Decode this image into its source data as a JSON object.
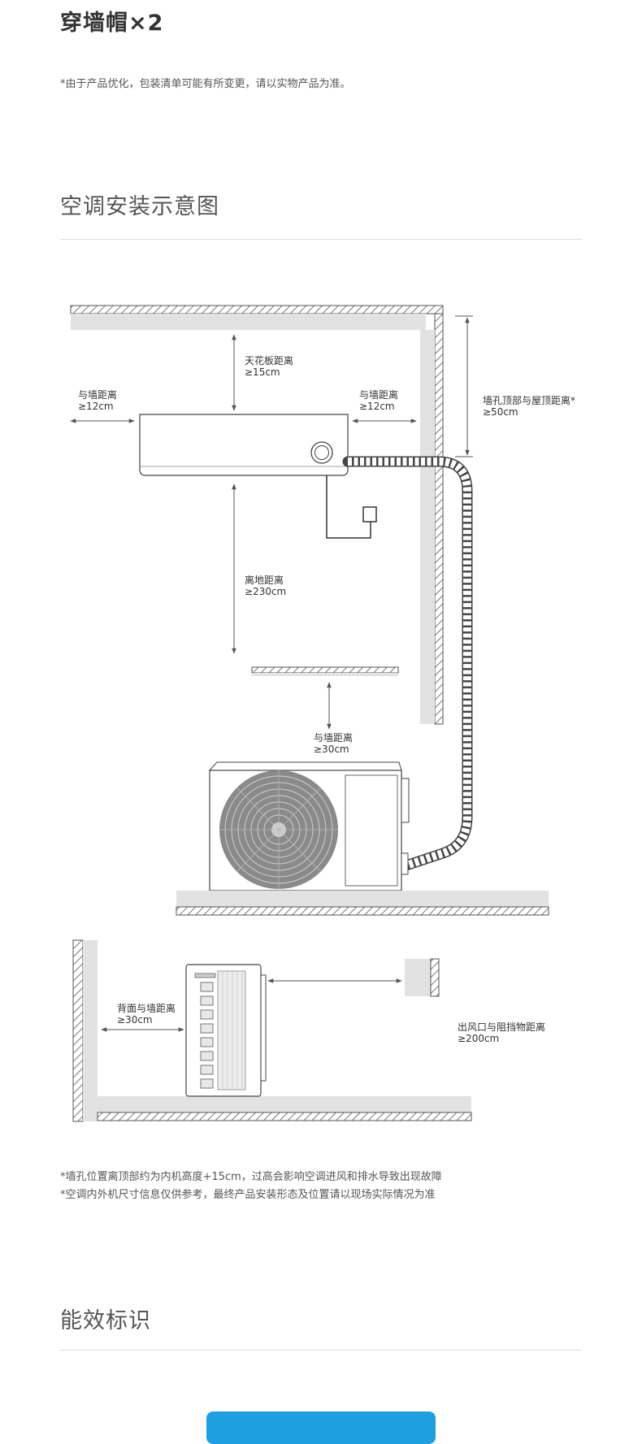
{
  "packing": {
    "last_item": "穿墙帽×2",
    "note": "*由于产品优化，包装清单可能有所变更，请以实物产品为准。"
  },
  "install_section": {
    "title": "空调安装示意图",
    "labels": {
      "ceiling_title": "天花板距离",
      "ceiling_value": "≥15cm",
      "left_wall_title": "与墙距离",
      "left_wall_value": "≥12cm",
      "right_wall_title": "与墙距离",
      "right_wall_value": "≥12cm",
      "hole_roof_title": "墙孔顶部与屋顶距离*",
      "hole_roof_value": "≥50cm",
      "floor_title": "离地距离",
      "floor_value": "≥230cm",
      "outdoor_wall_title": "与墙距离",
      "outdoor_wall_value": "≥30cm",
      "back_wall_title": "背面与墙距离",
      "back_wall_value": "≥30cm",
      "outlet_title": "出风口与阻挡物距离",
      "outlet_value": "≥200cm"
    },
    "footnote_1": "*墙孔位置离顶部约为内机高度+15cm，过高会影响空调进风和排水导致出现故障",
    "footnote_2": "*空调内外机尺寸信息仅供参考，最终产品安装形态及位置请以现场实际情况为准"
  },
  "energy_section": {
    "title": "能效标识"
  }
}
